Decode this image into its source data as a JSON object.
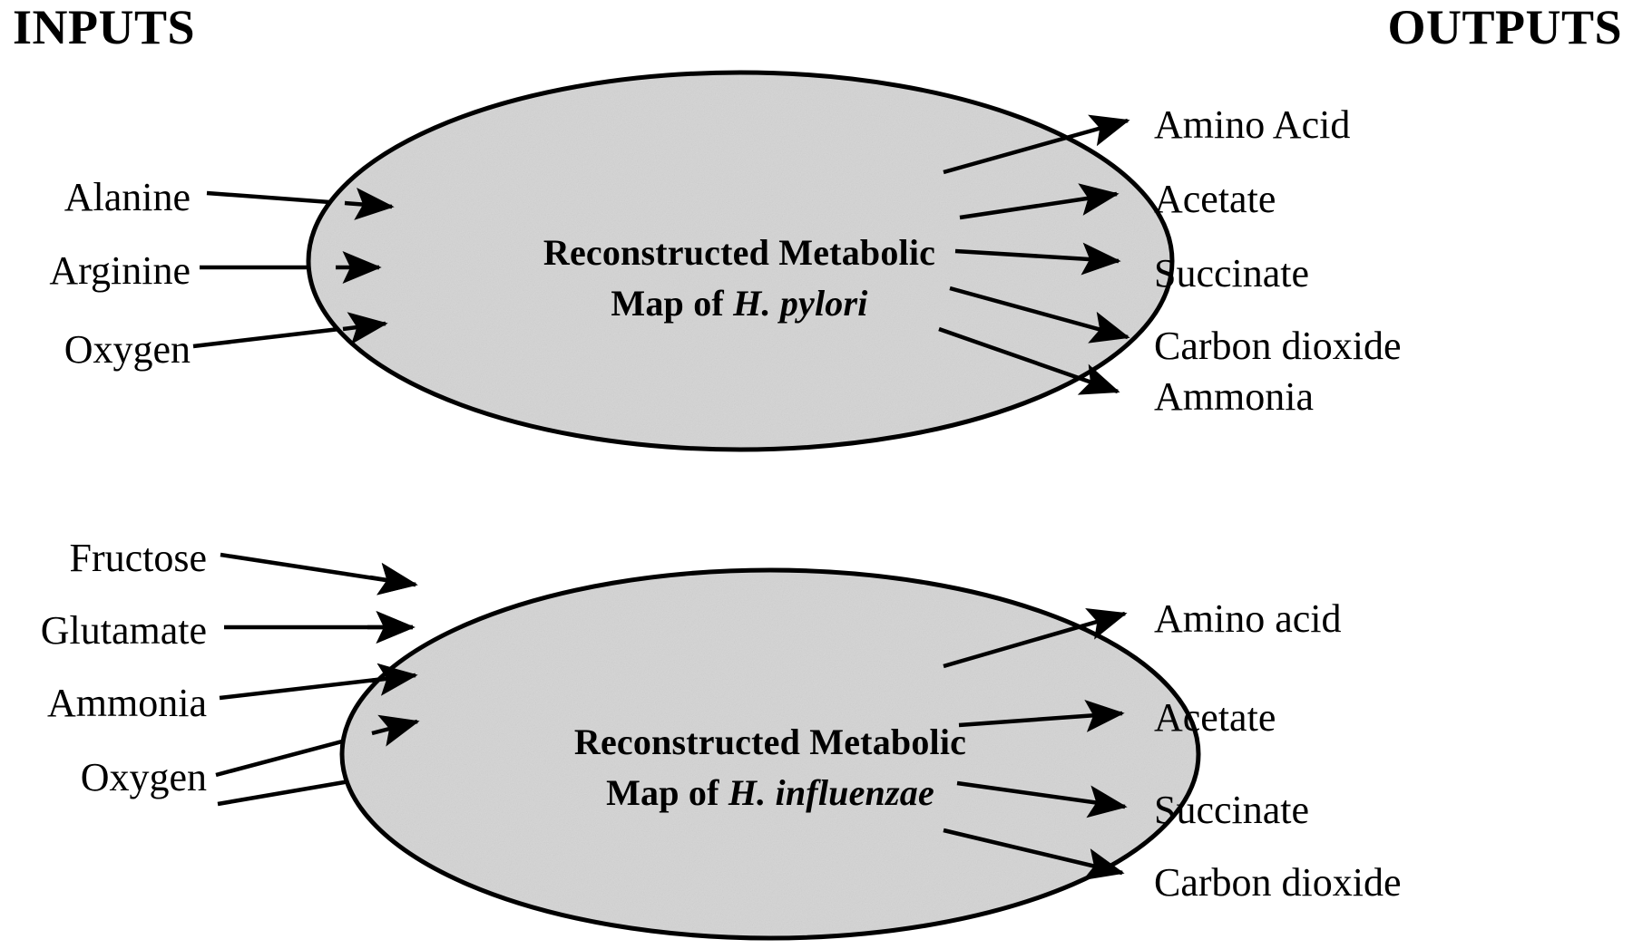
{
  "headers": {
    "inputs": "INPUTS",
    "outputs": "OUTPUTS"
  },
  "colors": {
    "background": "#ffffff",
    "ellipse_fill": "#d4d4d4",
    "ellipse_stroke": "#000000",
    "text": "#000000",
    "arrow": "#000000"
  },
  "diagrams": [
    {
      "id": "h-pylori",
      "title_line1": "Reconstructed Metabolic",
      "title_line2_prefix": "Map of ",
      "title_line2_species": "H. pylori",
      "inputs": [
        {
          "label": "Alanine"
        },
        {
          "label": "Arginine"
        },
        {
          "label": "Oxygen"
        }
      ],
      "outputs": [
        {
          "label": "Amino Acid"
        },
        {
          "label": "Acetate"
        },
        {
          "label": "Succinate"
        },
        {
          "label": "Carbon dioxide"
        },
        {
          "label": "Ammonia"
        }
      ]
    },
    {
      "id": "h-influenzae",
      "title_line1": "Reconstructed Metabolic",
      "title_line2_prefix": "Map of ",
      "title_line2_species": "H. influenzae",
      "inputs": [
        {
          "label": "Fructose"
        },
        {
          "label": "Glutamate"
        },
        {
          "label": "Ammonia"
        },
        {
          "label": "Oxygen"
        }
      ],
      "outputs": [
        {
          "label": "Amino acid"
        },
        {
          "label": "Acetate"
        },
        {
          "label": "Succinate"
        },
        {
          "label": "Carbon dioxide"
        }
      ]
    }
  ]
}
